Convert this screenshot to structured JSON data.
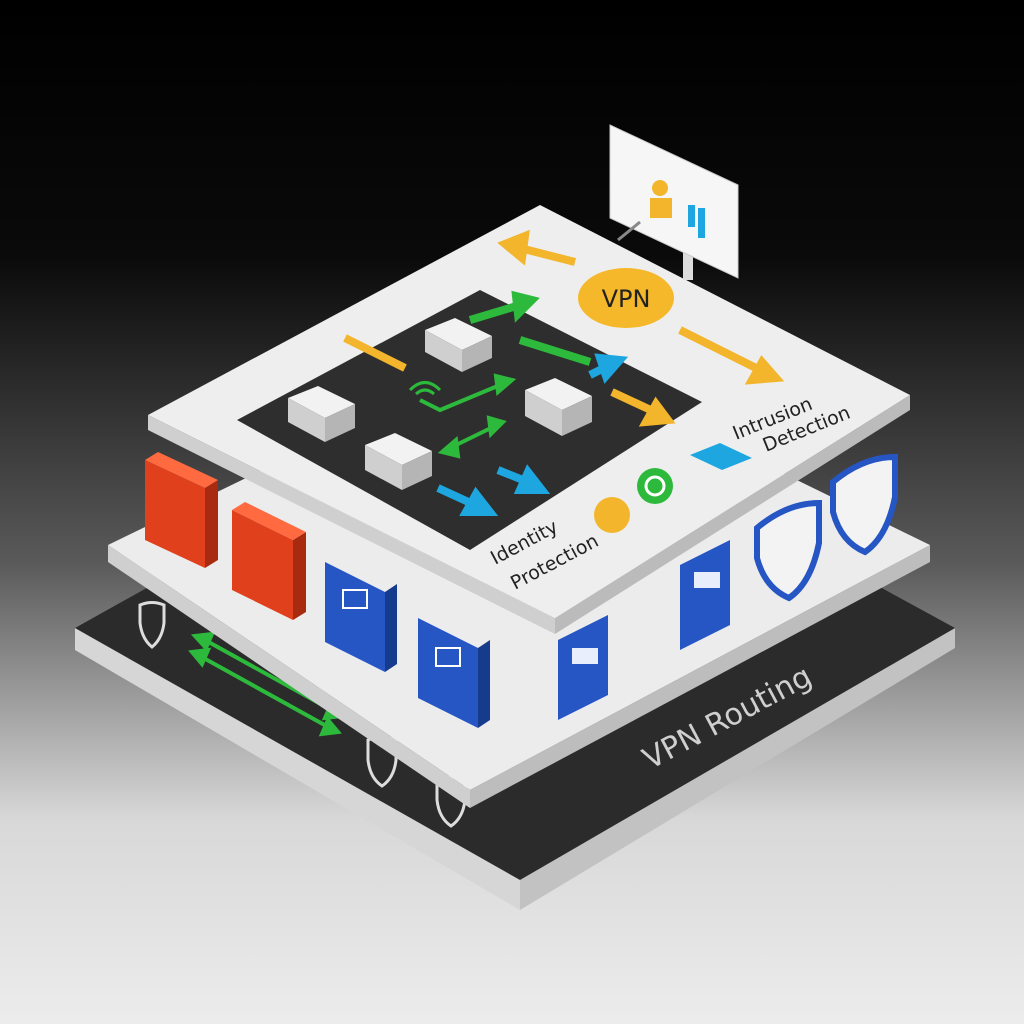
{
  "labels": {
    "vpn_badge": "VPN",
    "intrusion_detection": [
      "Intrusion",
      "Detection"
    ],
    "identity_protection": [
      "Identity",
      "Protection"
    ],
    "vpn_routing": "VPN Routing"
  },
  "colors": {
    "arrow_yellow": "#f2b52c",
    "arrow_green": "#2dba3c",
    "arrow_blue": "#1ea6e0",
    "firewall_red": "#e0401c",
    "device_blue": "#2656c4",
    "dark_panel": "#2e2e2e",
    "plate_white": "#eeeeee"
  },
  "icons": [
    "firewall-icon",
    "server-icon",
    "shield-icon",
    "phone-device-icon",
    "laptop-card-icon",
    "wifi-icon",
    "monitor-user-chart-icon",
    "key-icon",
    "sync-icon"
  ]
}
